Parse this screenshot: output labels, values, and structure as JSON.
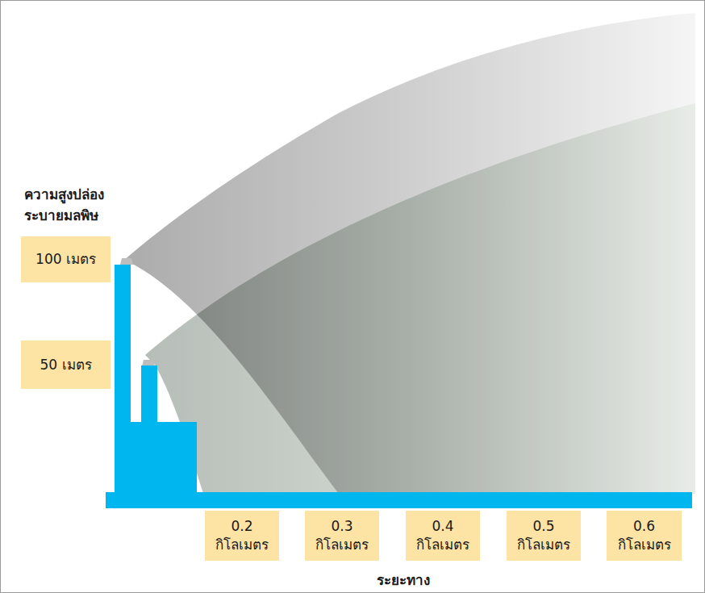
{
  "diagram": {
    "nodes": [
      {
        "text": [
          "100 เมตร"
        ]
      },
      {
        "text": [
          "50 เมตร"
        ]
      },
      {
        "text": [
          "0.2 กิโลเมตร"
        ]
      },
      {
        "text": [
          "0.3 กิโลเมตร"
        ]
      },
      {
        "text": [
          "0.4 กิโลเมตร"
        ]
      },
      {
        "text": [
          "0.5 กิโลเมตร"
        ]
      },
      {
        "text": [
          "0.6 กิโลเมตร"
        ]
      }
    ],
    "edges": [],
    "labels": [
      "ความสูงปล่อง ระบายมลพิษ",
      "ระยะทาง"
    ]
  }
}
